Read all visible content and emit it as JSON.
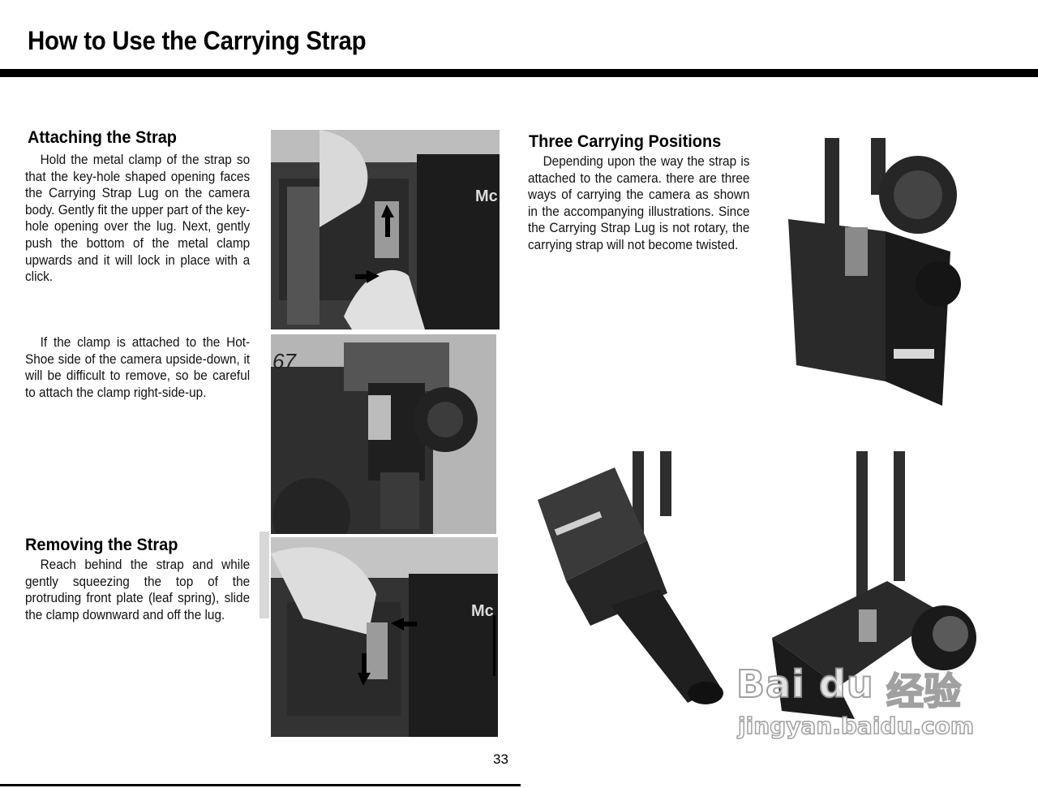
{
  "page_title": "How to Use the Carrying Strap",
  "sections": {
    "attaching": {
      "heading": "Attaching the Strap",
      "paragraphs": [
        "Hold the metal clamp of the strap so that the key-hole shaped opening faces the Carrying Strap Lug on the camera body. Gently fit the upper part of the key-hole opening over the lug. Next, gently push the bottom of the metal clamp upwards and it will lock in place with a click.",
        "If the clamp is attached to the Hot-Shoe side of the camera upside-down, it will be difficult to remove, so be careful to attach the clamp right-side-up."
      ]
    },
    "removing": {
      "heading": "Removing the Strap",
      "paragraph": "Reach behind the strap and while gently squeezing the top of the protruding front plate (leaf spring), slide the clamp downward and off the lug."
    },
    "positions": {
      "heading": "Three Carrying Positions",
      "paragraph": "Depending upon the way the strap is attached to the camera. there are three ways of carrying the camera as shown in the accompanying illustrations. Since the Carrying Strap Lug is not rotary, the carrying strap will not become twisted."
    }
  },
  "photo_labels": {
    "brand_fragment_top": "Mc",
    "brand_fragment_bottom": "Mc",
    "model_fragment": "67"
  },
  "page_number": "33",
  "watermark": {
    "brand": "Bai du",
    "cn": "经验",
    "url": "jingyan.baidu.com"
  }
}
